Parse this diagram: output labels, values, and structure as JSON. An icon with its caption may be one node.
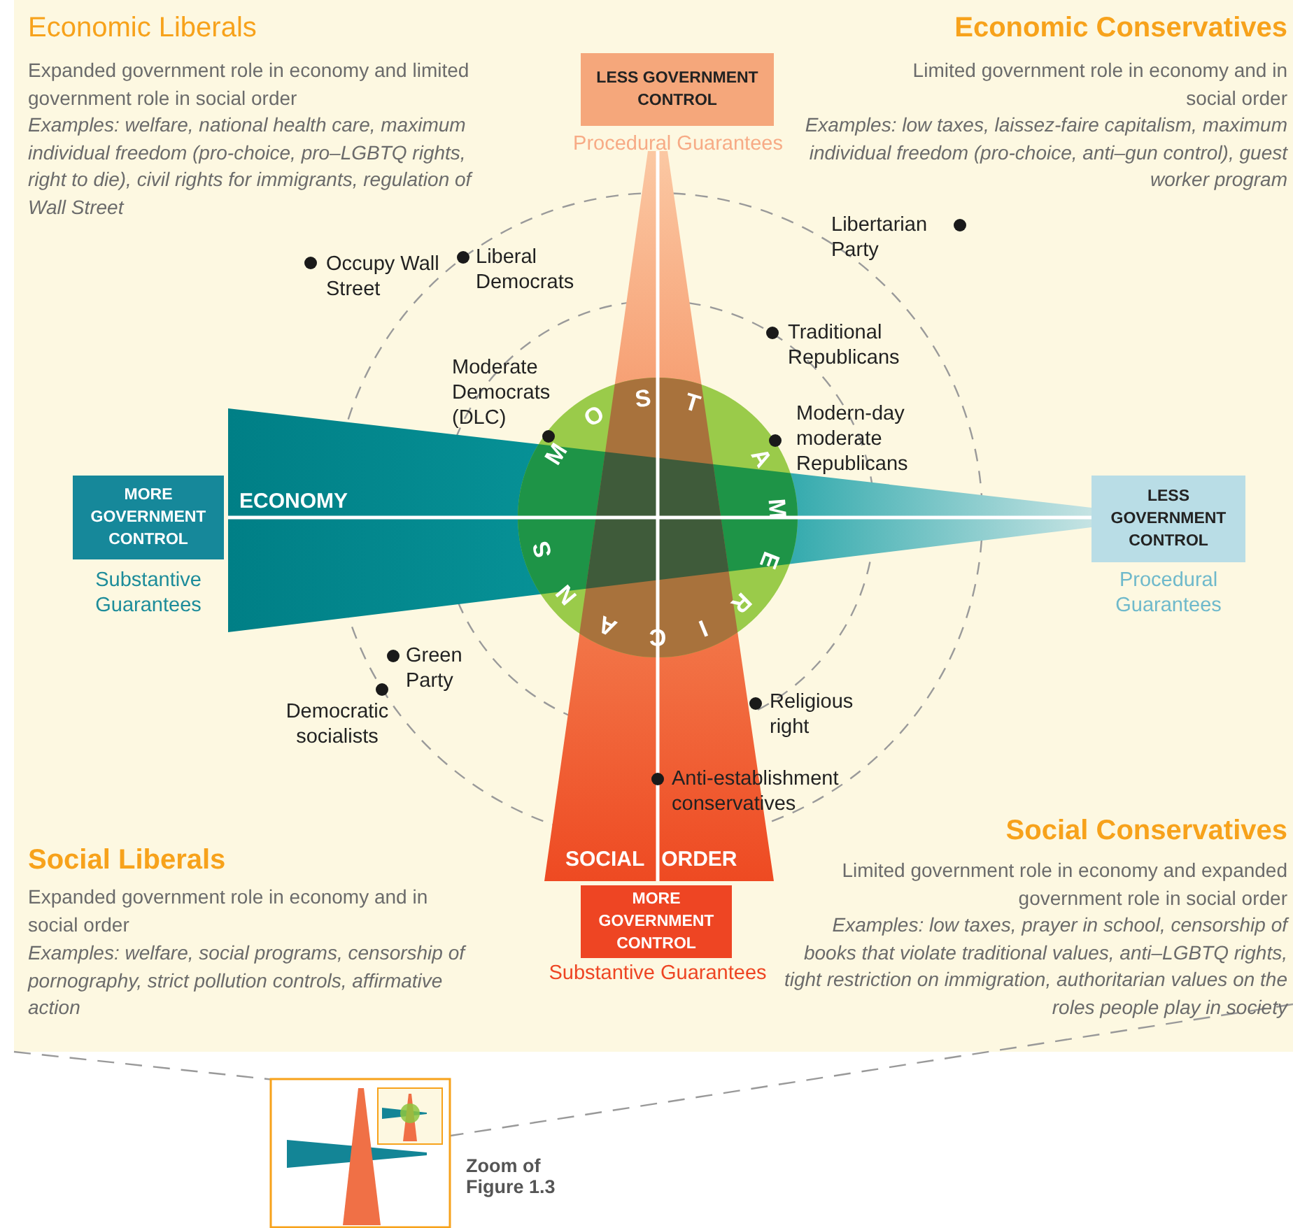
{
  "diagram": {
    "nodes": [
      {
        "text": [
          "LESS GOVERNMENT CONTROL"
        ],
        "beside": [
          "Procedural Guarantees"
        ]
      },
      {
        "text": [
          "MORE GOVERNMENT CONTROL"
        ],
        "beside": [
          "Substantive Guarantees"
        ]
      },
      {
        "text": [
          "MOST AMERICANS"
        ]
      },
      {
        "text": [
          "LESS GOVERNMENT CONTROL"
        ],
        "beside": [
          "Procedural Guarantees"
        ]
      },
      {
        "text": [
          "MORE GOVERNMENT CONTROL"
        ],
        "beside": [
          "Substantive Guarantees"
        ]
      }
    ],
    "edges": [],
    "labels": [
      "Economic Liberals",
      "Expanded government role in economy and limited government role in social order",
      "Examples: welfare, national health care, maximum individual freedom (pro-choice, pro–LGBTQ rights, right to die), civil rights for immigrants, regulation of Wall Street",
      "Economic Conservatives",
      "Limited government role in economy and in social order",
      "Examples: low taxes, laissez-faire capitalism, maximum individual freedom (pro-choice, anti–gun control), guest worker program",
      "Libertarian Party",
      "Occupy Wall Street",
      "Liberal Democrats",
      "Traditional Republicans",
      "Moderate Democrats (DLC)",
      "Modern-day moderate Republicans",
      "ECONOMY",
      "Green Party",
      "Democratic socialists",
      "Religious right",
      "Anti-establishment conservatives",
      "Social Liberals",
      "SOCIAL ORDER",
      "Social Conservatives",
      "Limited government role in economy and expanded government role in social order",
      "Examples: low taxes, prayer in school, censorship of books that violate traditional values, anti–LGBTQ rights, tight restriction on immigration, authoritarian values on the roles people play in society",
      "Expanded government role in economy and in social order",
      "Examples: welfare, social programs, censorship of pornography, strict pollution controls, affirmative action",
      "Zoom of Figure 1.3"
    ]
  }
}
